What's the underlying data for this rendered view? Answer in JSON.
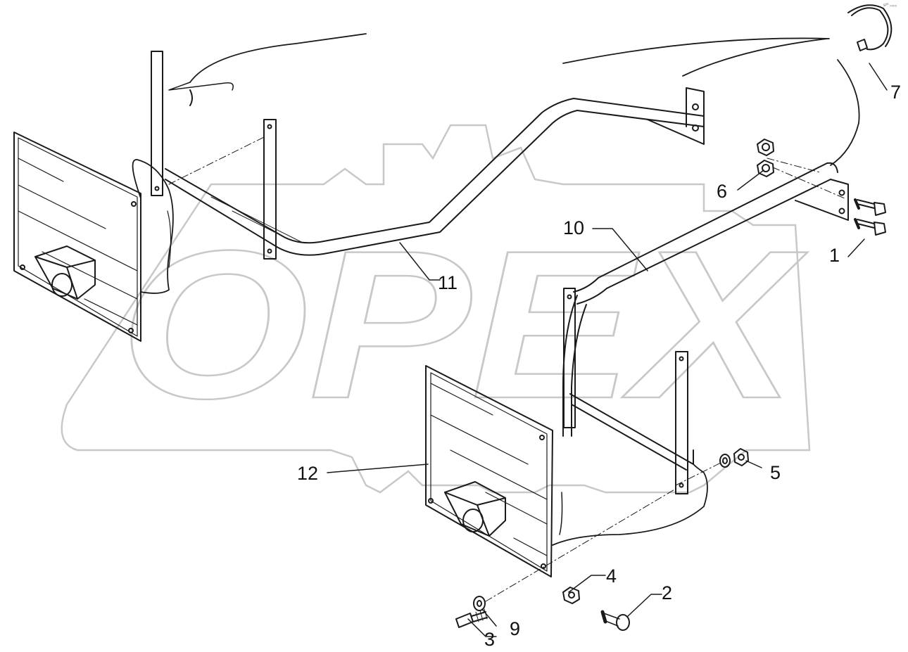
{
  "watermark": {
    "text": "OPEX"
  },
  "corner_tag": "s²⁰ ₀₀₀₀",
  "callouts": [
    {
      "id": "p1",
      "label": "1"
    },
    {
      "id": "p2",
      "label": "2"
    },
    {
      "id": "p3",
      "label": "3"
    },
    {
      "id": "p4",
      "label": "4"
    },
    {
      "id": "p5",
      "label": "5"
    },
    {
      "id": "p6",
      "label": "6"
    },
    {
      "id": "p7",
      "label": "7"
    },
    {
      "id": "p9",
      "label": "9"
    },
    {
      "id": "p10",
      "label": "10"
    },
    {
      "id": "p11",
      "label": "11"
    },
    {
      "id": "p12",
      "label": "12"
    }
  ],
  "colors": {
    "line": "#1a1a1a",
    "watermark": "#c8c8c8",
    "background": "#ffffff"
  }
}
